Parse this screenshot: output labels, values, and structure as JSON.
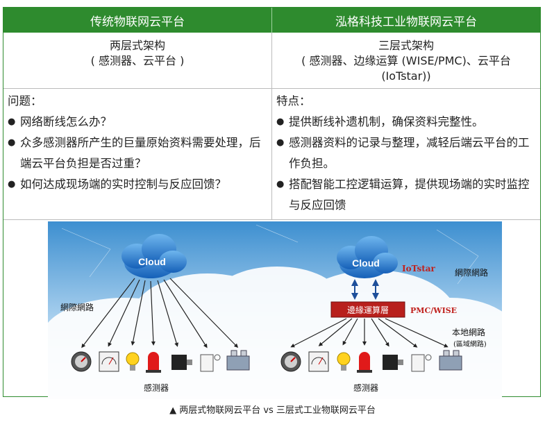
{
  "header": {
    "left": "传统物联网云平台",
    "right": "泓格科技工业物联网云平台"
  },
  "architecture": {
    "left_title": "两层式架构",
    "left_sub": "( 感测器、云平台 )",
    "right_title": "三层式架构",
    "right_sub1": "( 感测器、边缘运算 (WISE/PMC)、云平台",
    "right_sub2": "(IoTstar))"
  },
  "left_points": {
    "heading": "问题：",
    "bullet": "●",
    "items": [
      "网络断线怎么办？",
      "众多感测器所产生的巨量原始资料需要处理，后端云平台负担是否过重？",
      "如何达成现场端的实时控制与反应回馈？"
    ]
  },
  "right_points": {
    "heading": "特点：",
    "bullet": "●",
    "items": [
      "提供断线补遗机制，确保资料完整性。",
      "感测器资料的记录与整理，减轻后端云平台的工作负担。",
      "搭配智能工控逻辑运算，提供现场端的实时监控与反应回馈"
    ]
  },
  "diagram": {
    "left_cloud": "Cloud",
    "right_cloud": "Cloud",
    "left_network": "網際網路",
    "right_network": "網際網路",
    "iotstar": "IoTstar",
    "edge_box": "邊緣運算層",
    "pmc_wise": "PMC/WISE",
    "local_net": "本地網路",
    "local_net_sub": "(區域網路)",
    "left_sensors": "感测器",
    "right_sensors": "感测器"
  },
  "caption": "▲ 两层式物联网云平台 vs 三层式工业物联网云平台",
  "colors": {
    "header_green": "#2e8b2e",
    "sky_blue": "#3d8fd0",
    "cloud_blue": "#1d6fc4",
    "edge_red": "#b8201c"
  }
}
